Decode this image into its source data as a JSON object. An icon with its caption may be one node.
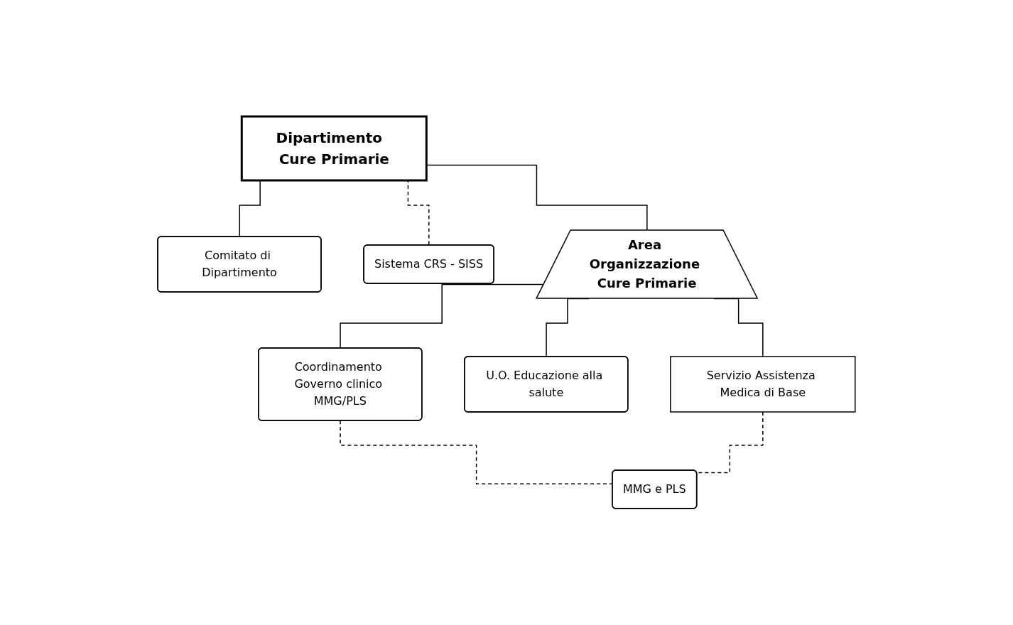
{
  "diagram": {
    "nodes": [
      {
        "text": [
          "Dipartimento  Cure Primarie"
        ]
      },
      {
        "text": [
          "Comitato di Dipartimento"
        ]
      },
      {
        "text": [
          "Sistema CRS - SISS"
        ]
      },
      {
        "text": [
          "Area Organizzazione Cure Primarie"
        ]
      },
      {
        "text": [
          "Servizio Assistenza Medica di Base"
        ]
      },
      {
        "text": [
          "U.O. Educazione alla salute"
        ]
      },
      {
        "text": [
          "Coordinamento Governo clinico MMG/PLS"
        ]
      },
      {
        "text": [
          "MMG e PLS"
        ]
      }
    ],
    "edges": [
      {
        "from": 0,
        "to": 1,
        "arrow": "none"
      },
      {
        "from": 0,
        "to": 2,
        "arrow": "none",
        "style": "dashed"
      },
      {
        "from": 0,
        "to": 3,
        "arrow": "none"
      },
      {
        "from": 3,
        "to": 4,
        "arrow": "none"
      },
      {
        "from": 3,
        "to": 5,
        "arrow": "none"
      },
      {
        "from": 3,
        "to": 6,
        "arrow": "none"
      },
      {
        "from": 6,
        "to": 7,
        "arrow": "none",
        "style": "dashed"
      },
      {
        "from": 4,
        "to": 7,
        "arrow": "none",
        "style": "dashed"
      }
    ]
  }
}
